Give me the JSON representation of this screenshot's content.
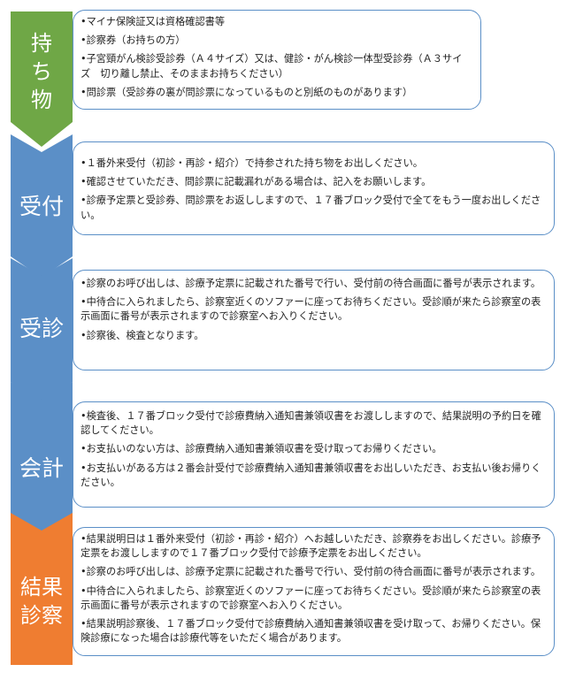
{
  "steps": [
    {
      "id": "belongings",
      "title_lines": [
        "持",
        "ち",
        "物"
      ],
      "color": "#6fa746",
      "items": [
        "•マイナ保険証又は資格確認書等",
        "•診察券（お持ちの方）",
        "•子宮頸がん検診受診券（Ａ４サイズ）又は、健診・がん検診一体型受診券（Ａ３サイズ　切り離し禁止、そのままお持ちください）",
        "•問診票（受診券の裏が問診票になっているものと別紙のものがあります）"
      ]
    },
    {
      "id": "reception",
      "title_lines": [
        "受付"
      ],
      "color": "#5b8fc7",
      "items": [
        "•１番外来受付（初診・再診・紹介）で持参された持ち物をお出しください。",
        "•確認させていただき、問診票に記載漏れがある場合は、記入をお願いします。",
        "•診療予定票と受診券、問診票をお返ししますので、１７番ブロック受付で全てをもう一度お出しください。"
      ]
    },
    {
      "id": "consultation",
      "title_lines": [
        "受診"
      ],
      "color": "#5b8fc7",
      "items": [
        "•診察のお呼び出しは、診療予定票に記載された番号で行い、受付前の待合画面に番号が表示されます。",
        "•中待合に入られましたら、診察室近くのソファーに座ってお待ちください。受診順が来たら診察室の表示画面に番号が表示されますので診察室へお入りください。",
        "•診察後、検査となります。"
      ]
    },
    {
      "id": "payment",
      "title_lines": [
        "会計"
      ],
      "color": "#5b8fc7",
      "items": [
        "•検査後、１７番ブロック受付で診療費納入通知書兼領収書をお渡ししますので、結果説明の予約日を確認してください。",
        "•お支払いのない方は、診療費納入通知書兼領収書を受け取ってお帰りください。",
        "•お支払いがある方は２番会計受付で診療費納入通知書兼領収書をお出しいただき、お支払い後お帰りください。"
      ]
    },
    {
      "id": "results",
      "title_lines": [
        "結果",
        "診察"
      ],
      "color": "#ef7d31",
      "items": [
        "•結果説明日は１番外来受付（初診・再診・紹介）へお越しいただき、診察券をお出しください。診療予定票をお渡ししますので１７番ブロック受付で診療予定票をお出しください。",
        "•診察のお呼び出しは、診療予定票に記載された番号で行い、受付前の待合画面に番号が表示されます。",
        "•中待合に入られましたら、診察室近くのソファーに座ってお待ちください。受診順が来たら診察室の表示画面に番号が表示されますので診察室へお入りください。",
        "•結果説明診察後、１７番ブロック受付で診療費納入通知書兼領収書を受け取って、お帰りください。保険診療になった場合は診療代等をいただく場合があります。"
      ]
    }
  ]
}
